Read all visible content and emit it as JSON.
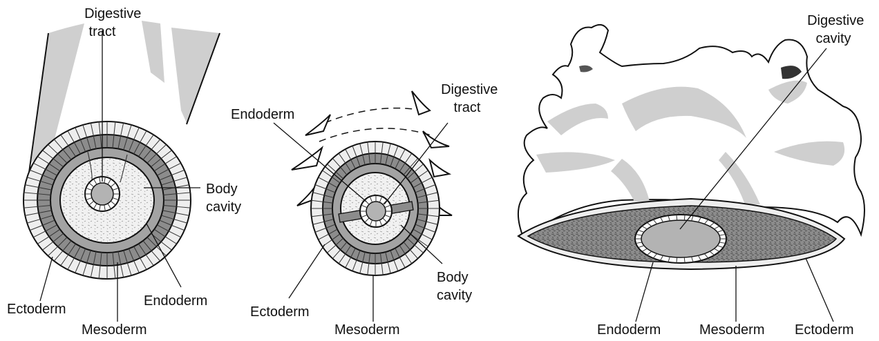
{
  "panels": [
    {
      "labels": {
        "digestive_line1": "Digestive",
        "digestive_line2": "tract",
        "body_cavity_line1": "Body",
        "body_cavity_line2": "cavity",
        "ectoderm": "Ectoderm",
        "endoderm": "Endoderm",
        "mesoderm": "Mesoderm"
      }
    },
    {
      "labels": {
        "endoderm": "Endoderm",
        "digestive_line1": "Digestive",
        "digestive_line2": "tract",
        "body_cavity_line1": "Body",
        "body_cavity_line2": "cavity",
        "ectoderm": "Ectoderm",
        "mesoderm": "Mesoderm"
      }
    },
    {
      "labels": {
        "digestive_line1": "Digestive",
        "digestive_line2": "cavity",
        "endoderm": "Endoderm",
        "mesoderm": "Mesoderm",
        "ectoderm": "Ectoderm"
      }
    }
  ],
  "colors": {
    "ectoderm_fill": "#eeeeee",
    "mesoderm_fill": "#8c8c8c",
    "endoderm_fill": "#ffffff",
    "cavity_fill": "#f1f1f1",
    "lumen_fill": "#b3b3b3",
    "body_shading": "#cfcfcf",
    "outline": "#111111"
  }
}
